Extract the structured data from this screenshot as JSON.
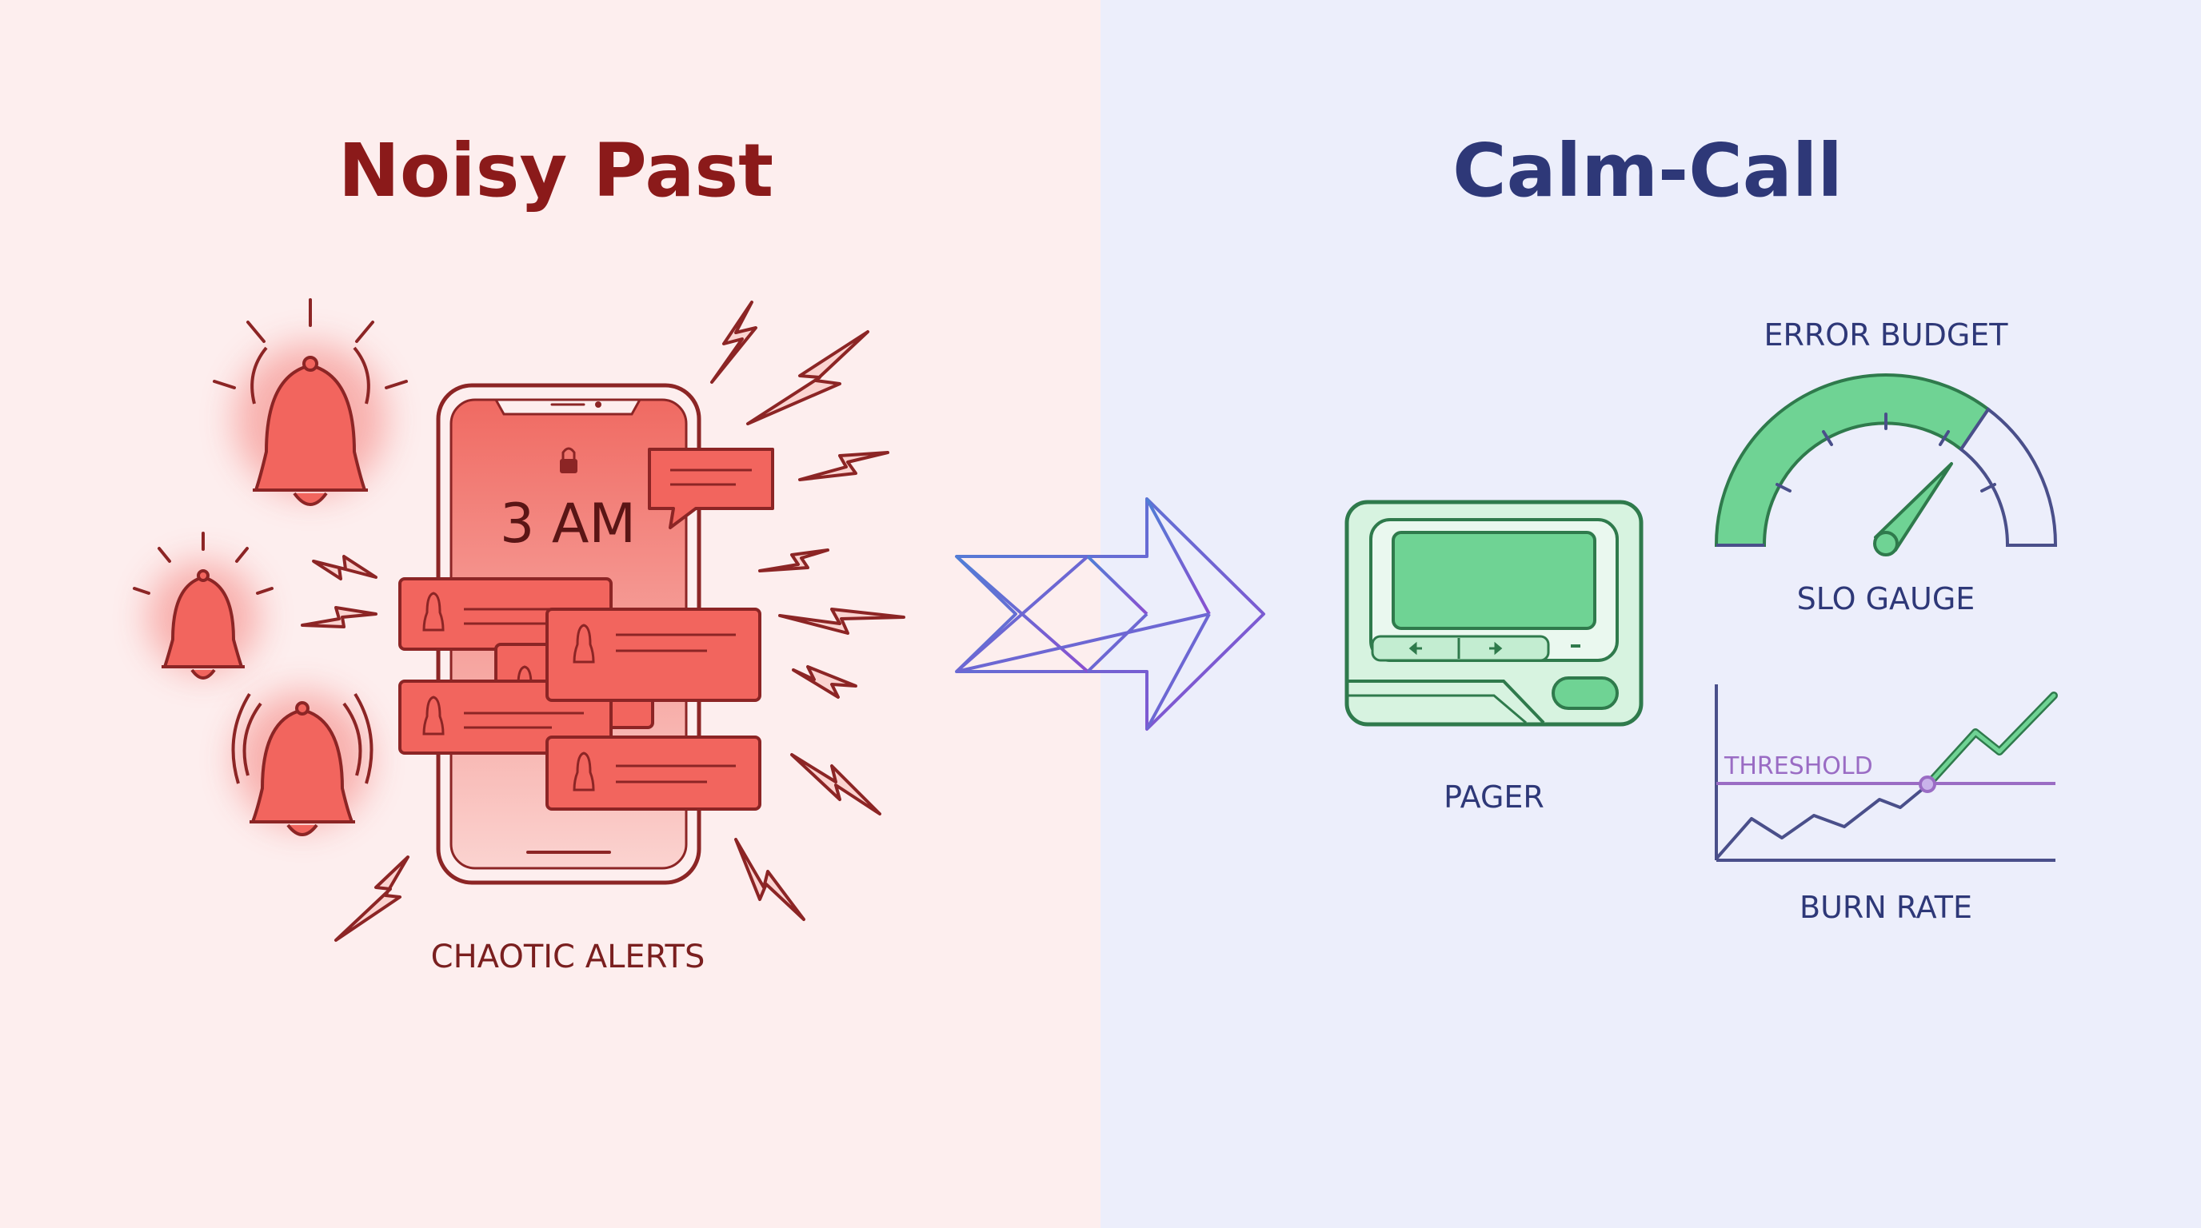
{
  "left_panel": {
    "title": "Noisy Past",
    "phone_time": "3 AM",
    "caption": "CHAOTIC ALERTS"
  },
  "right_panel": {
    "title": "Calm-Call",
    "pager_label": "PAGER",
    "gauge_top_label": "ERROR BUDGET",
    "gauge_label": "SLO GAUGE",
    "threshold_label": "THRESHOLD",
    "burn_label": "BURN RATE"
  },
  "colors": {
    "left_bg": "#fdeeee",
    "right_bg": "#eceefb",
    "left_title": "#8b1a1a",
    "right_title": "#2e3878",
    "alert_red": "#f2655e",
    "alert_stroke": "#8c2525",
    "calm_green": "#6fd394",
    "calm_stroke": "#2f7a4c",
    "threshold_purple": "#9a6cc4",
    "axis_navy": "#4a4f8a"
  }
}
